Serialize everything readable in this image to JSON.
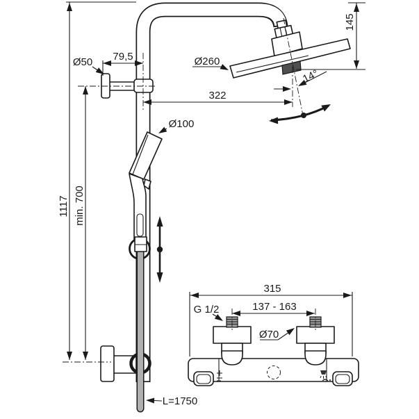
{
  "drawing": {
    "type": "technical-installation-drawing",
    "product": "shower-system-with-overhead-shower-hand-shower-and-thermostat-mixer",
    "colors": {
      "line": "#1a1a1a",
      "hose": "#b0b0b0",
      "knob": "#4f4f4f",
      "thread": "#9a9a9a",
      "background": "#ffffff"
    },
    "dimensions": {
      "total_height": "1117",
      "min_mount_height": "min. 700",
      "bracket_diameter": "Ø50",
      "wall_offset": "79,5",
      "head_diameter": "Ø260",
      "head_reach": "322",
      "head_drop": "145",
      "tilt_angle": "14°",
      "hand_shower_diameter": "Ø100",
      "hose_length": "L=1750",
      "valve_width": "315",
      "inlet_spacing": "137 - 163",
      "inlet_thread": "G 1/2",
      "escutcheon_diameter": "Ø70"
    }
  }
}
